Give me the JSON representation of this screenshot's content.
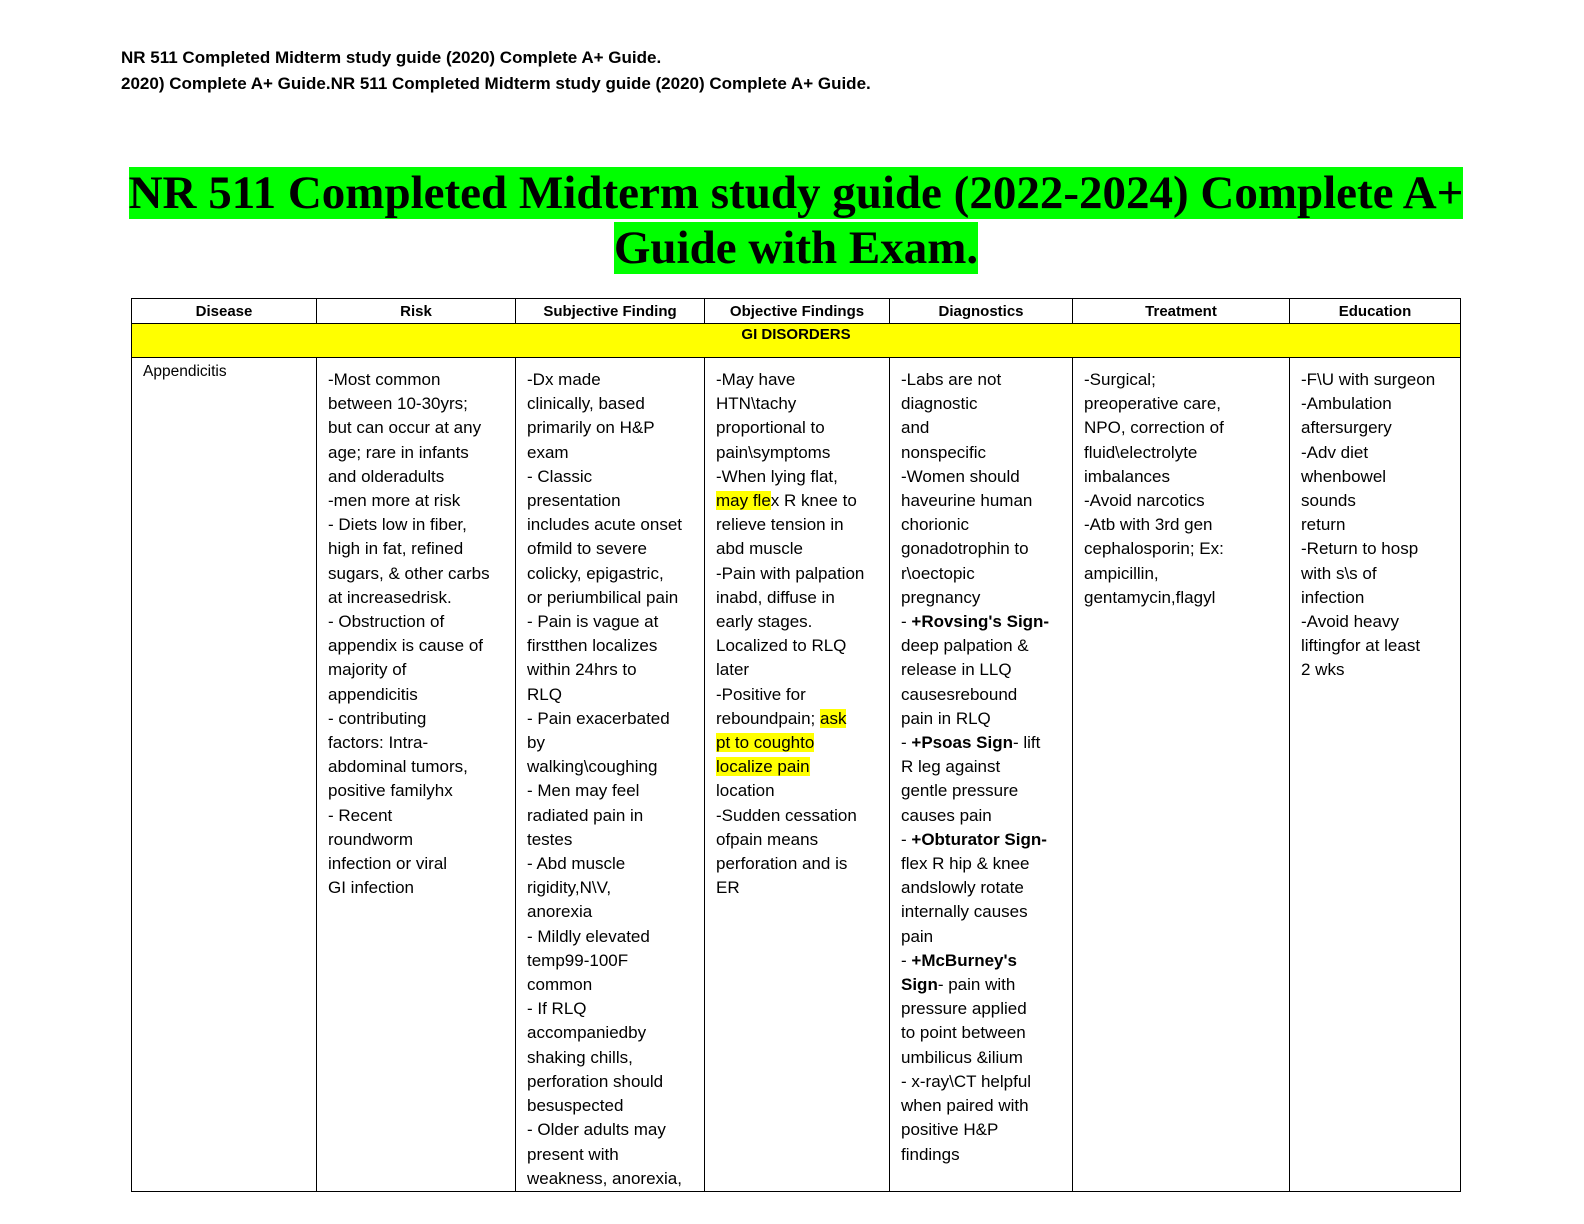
{
  "header": {
    "line_a": "NR 511 Completed Midterm study guide (2020) Complete A+ Guide.",
    "line_b": "2020) Complete A+ Guide.NR 511 Completed Midterm study guide (2020) Complete A+ Guide."
  },
  "title": {
    "line1": "NR 511 Completed Midterm study guide (2022-2024) Complete A+",
    "line2": "Guide with Exam."
  },
  "highlight_color": "#00ff00",
  "section_color": "#ffff00",
  "table": {
    "columns": [
      "Disease",
      "Risk",
      "Subjective Finding",
      "Objective Findings",
      "Diagnostics",
      "Treatment",
      "Education"
    ],
    "section": "GI DISORDERS",
    "row": {
      "disease": "Appendicitis",
      "risk": [
        "-Most common",
        "between 10-30yrs;",
        "but can occur at any",
        "age; rare in infants",
        "and olderadults",
        "-men more at risk",
        "- Diets  low  in  fiber,",
        "high  in  fat,  refined",
        "sugars, & other carbs",
        "at increasedrisk.",
        "- Obstruction of",
        "appendix is cause of",
        "majority of",
        "appendicitis",
        "- contributing",
        "factors: Intra-",
        "abdominal tumors,",
        "positive familyhx",
        "- Recent",
        "roundworm",
        "infection or viral",
        "GI infection"
      ],
      "subjective": [
        "-Dx           made",
        "clinically,    based",
        "primarily on H&P",
        "exam",
        "- Classic",
        "presentation",
        "includes acute onset",
        "ofmild to severe",
        "colicky, epigastric,",
        "or periumbilical pain",
        "- Pain is vague at",
        "firstthen localizes",
        "within 24hrs to",
        "RLQ",
        "- Pain exacerbated",
        "by",
        "walking\\coughing",
        "- Men may feel",
        "radiated pain in",
        "testes",
        "- Abd muscle",
        "rigidity,N\\V,",
        "anorexia",
        "- Mildly elevated",
        "temp99-100F",
        "common",
        "- If RLQ",
        "accompaniedby",
        "shaking chills,",
        "perforation should",
        "besuspected",
        "- Older adults may",
        "present  with",
        "weakness, anorexia,"
      ],
      "objective": [
        "-May have",
        "HTN\\tachy",
        "proportional to",
        "pain\\symptoms",
        "-When    lying    flat,",
        [
          {
            "t": "may fle",
            "h": true
          },
          {
            "t": "x  R  knee  to"
          }
        ],
        "relieve   tension   in",
        "abd muscle",
        "-Pain with palpation",
        "inabd, diffuse in",
        "early stages.",
        "Localized to RLQ",
        "later",
        "-Positive for",
        [
          {
            "t": "reboundpain; "
          },
          {
            "t": "ask",
            "h": true
          }
        ],
        [
          {
            "t": "pt to coughto",
            "h": true
          }
        ],
        [
          {
            "t": "localize pain",
            "h": true
          }
        ],
        "location",
        "-Sudden cessation",
        "ofpain means",
        "perforation and is",
        "ER"
      ],
      "diagnostics": [
        "-Labs are not",
        "diagnostic",
        "and",
        "nonspecific",
        "-Women should",
        "haveurine human",
        "chorionic",
        "gonadotrophin to",
        "r\\oectopic",
        "pregnancy",
        [
          {
            "t": "- "
          },
          {
            "t": "+Rovsing's Sign-",
            "b": true
          }
        ],
        "deep palpation &",
        "release in LLQ",
        "causesrebound",
        "pain in RLQ",
        [
          {
            "t": "- "
          },
          {
            "t": "+Psoas Sign",
            "b": true
          },
          {
            "t": "- lift"
          }
        ],
        "R leg against",
        "gentle pressure",
        "causes pain",
        [
          {
            "t": "- "
          },
          {
            "t": "+Obturator Sign-",
            "b": true
          }
        ],
        "flex R hip & knee",
        "andslowly rotate",
        "internally causes",
        "pain",
        [
          {
            "t": "- "
          },
          {
            "t": "+McBurney's",
            "b": true
          }
        ],
        [
          {
            "t": "Sign",
            "b": true
          },
          {
            "t": "- pain with"
          }
        ],
        "pressure applied",
        "to point between",
        "umbilicus &ilium",
        "- x-ray\\CT helpful",
        "when paired with",
        "positive H&P",
        "findings"
      ],
      "treatment": [
        "-Surgical;",
        "preoperative care,",
        "NPO, correction of",
        "fluid\\electrolyte",
        "imbalances",
        "-Avoid narcotics",
        "-Atb with 3rd gen",
        "cephalosporin; Ex:",
        "ampicillin,",
        "gentamycin,flagyl"
      ],
      "education": [
        "-F\\U with surgeon",
        "-Ambulation",
        "aftersurgery",
        "-Adv diet",
        "whenbowel",
        "sounds",
        "return",
        "-Return to hosp",
        "with s\\s of",
        "infection",
        "-Avoid heavy",
        "liftingfor at least",
        "2 wks"
      ]
    }
  }
}
